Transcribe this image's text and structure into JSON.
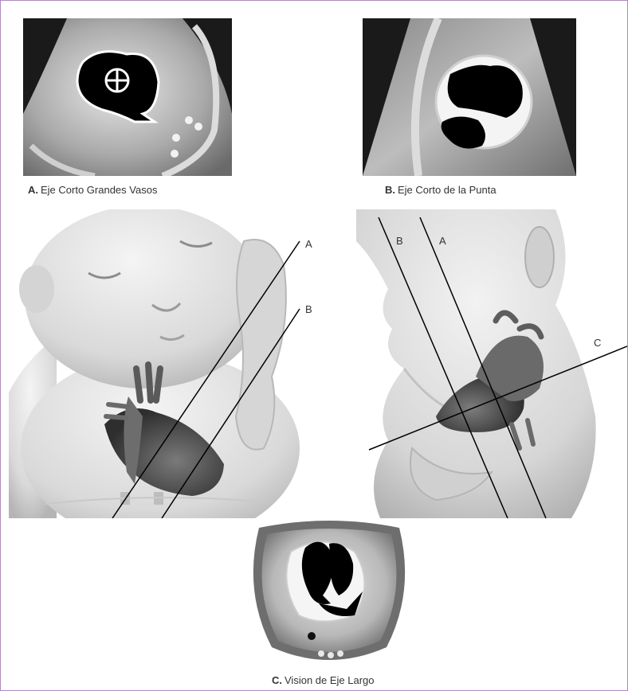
{
  "figure": {
    "views": [
      {
        "letter": "A.",
        "caption": "Eje Corto Grandes Vasos"
      },
      {
        "letter": "B.",
        "caption": "Eje Corto de la Punta"
      },
      {
        "letter": "C.",
        "caption": "Vision de Eje Largo"
      }
    ],
    "front_illustration": {
      "line_labels": [
        "A",
        "B"
      ]
    },
    "side_illustration": {
      "line_labels": [
        "B",
        "A",
        "C"
      ]
    }
  },
  "colors": {
    "border": "#b088c0",
    "ultrasound_bg": "#1a1a1a",
    "chamber": "#000000",
    "skin": "#e6e6e6"
  }
}
